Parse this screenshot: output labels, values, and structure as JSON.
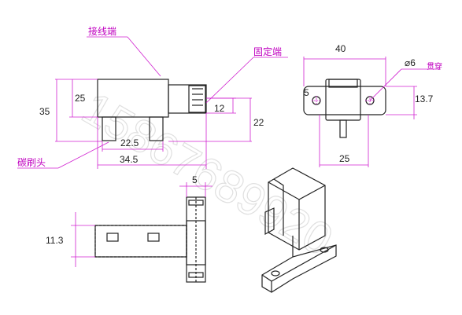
{
  "labels": {
    "wire_terminal": "接线端",
    "fixed_end": "固定端",
    "carbon_brush_head": "碳刷头",
    "through_hole": "贯穿",
    "diameter_symbol": "⌀6"
  },
  "dimensions": {
    "front_total_height": "35",
    "front_body_height": "25",
    "front_tab_height": "12",
    "front_tab_drop": "22",
    "front_brush_offset": "22.5",
    "front_overall_width": "34.5",
    "top_overall_width": "40",
    "top_hole_pitch": "13.7",
    "top_hole_offset": "5",
    "top_body_width": "25",
    "side_tab_width": "5",
    "side_height": "11.3"
  },
  "watermark": "15867689920",
  "colors": {
    "dimension": "#d020d0",
    "label": "#c000c0",
    "part": "#222222"
  }
}
